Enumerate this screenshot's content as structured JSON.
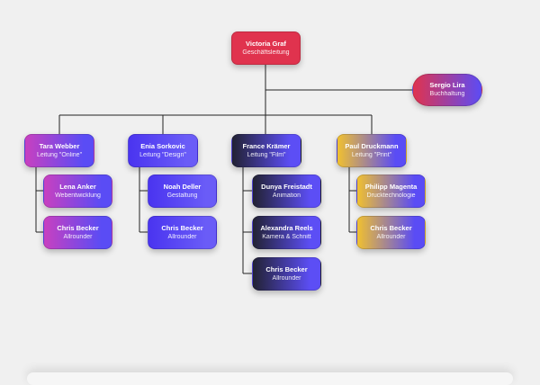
{
  "diagram": {
    "ceo": {
      "name": "Victoria Graf",
      "role": "Geschäftsleitung",
      "color": "#e0334e"
    },
    "assistant": {
      "name": "Sergio Lira",
      "role": "Buchhaltung",
      "color_from": "#e0334e",
      "color_to": "#5c4cf5"
    },
    "departments": [
      {
        "head": {
          "name": "Tara Webber",
          "role": "Leitung \"Online\""
        },
        "gradient_from": "#c840c0",
        "gradient_to": "#5a4cf5",
        "members": [
          {
            "name": "Lena Anker",
            "role": "Webentwicklung"
          },
          {
            "name": "Chris Becker",
            "role": "Allrounder"
          }
        ]
      },
      {
        "head": {
          "name": "Enia Sorkovic",
          "role": "Leitung \"Design\""
        },
        "gradient_from": "#4a34f0",
        "gradient_to": "#6a5cf7",
        "members": [
          {
            "name": "Noah Deller",
            "role": "Gestaltung"
          },
          {
            "name": "Chris Becker",
            "role": "Allrounder"
          }
        ]
      },
      {
        "head": {
          "name": "France Krämer",
          "role": "Leitung \"Film\""
        },
        "gradient_from": "#222233",
        "gradient_to": "#5c4ef5",
        "members": [
          {
            "name": "Dunya Freistadt",
            "role": "Animation"
          },
          {
            "name": "Alexandra Reels",
            "role": "Kamera & Schnitt"
          },
          {
            "name": "Chris Becker",
            "role": "Allrounder"
          }
        ]
      },
      {
        "head": {
          "name": "Paul Druckmann",
          "role": "Leitung \"Print\""
        },
        "gradient_from": "#f0c030",
        "gradient_to": "#5a4cf5",
        "members": [
          {
            "name": "Philipp Magenta",
            "role": "Drucktechnologie"
          },
          {
            "name": "Chris Becker",
            "role": "Allrounder"
          }
        ]
      }
    ]
  }
}
